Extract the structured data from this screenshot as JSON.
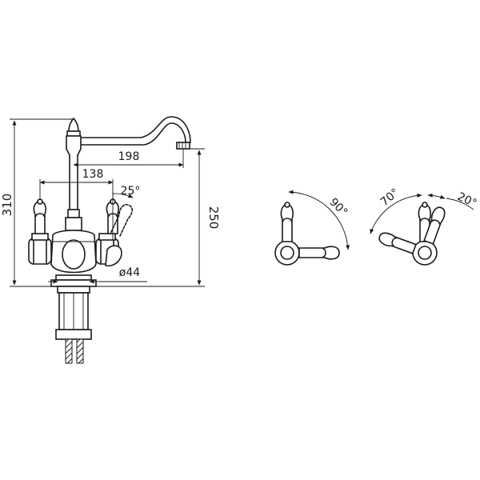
{
  "dimensions": {
    "total_height": "310",
    "spout_reach": "198",
    "handle_spacing": "138",
    "handle_tilt": "25°",
    "spout_height": "250",
    "base_diameter": "ø44"
  },
  "rotation_views": {
    "single_handle_angle": "90°",
    "dual_left_angle": "70°",
    "dual_right_angle": "20°"
  },
  "colors": {
    "line": "#1a1a1a",
    "background": "#ffffff"
  }
}
